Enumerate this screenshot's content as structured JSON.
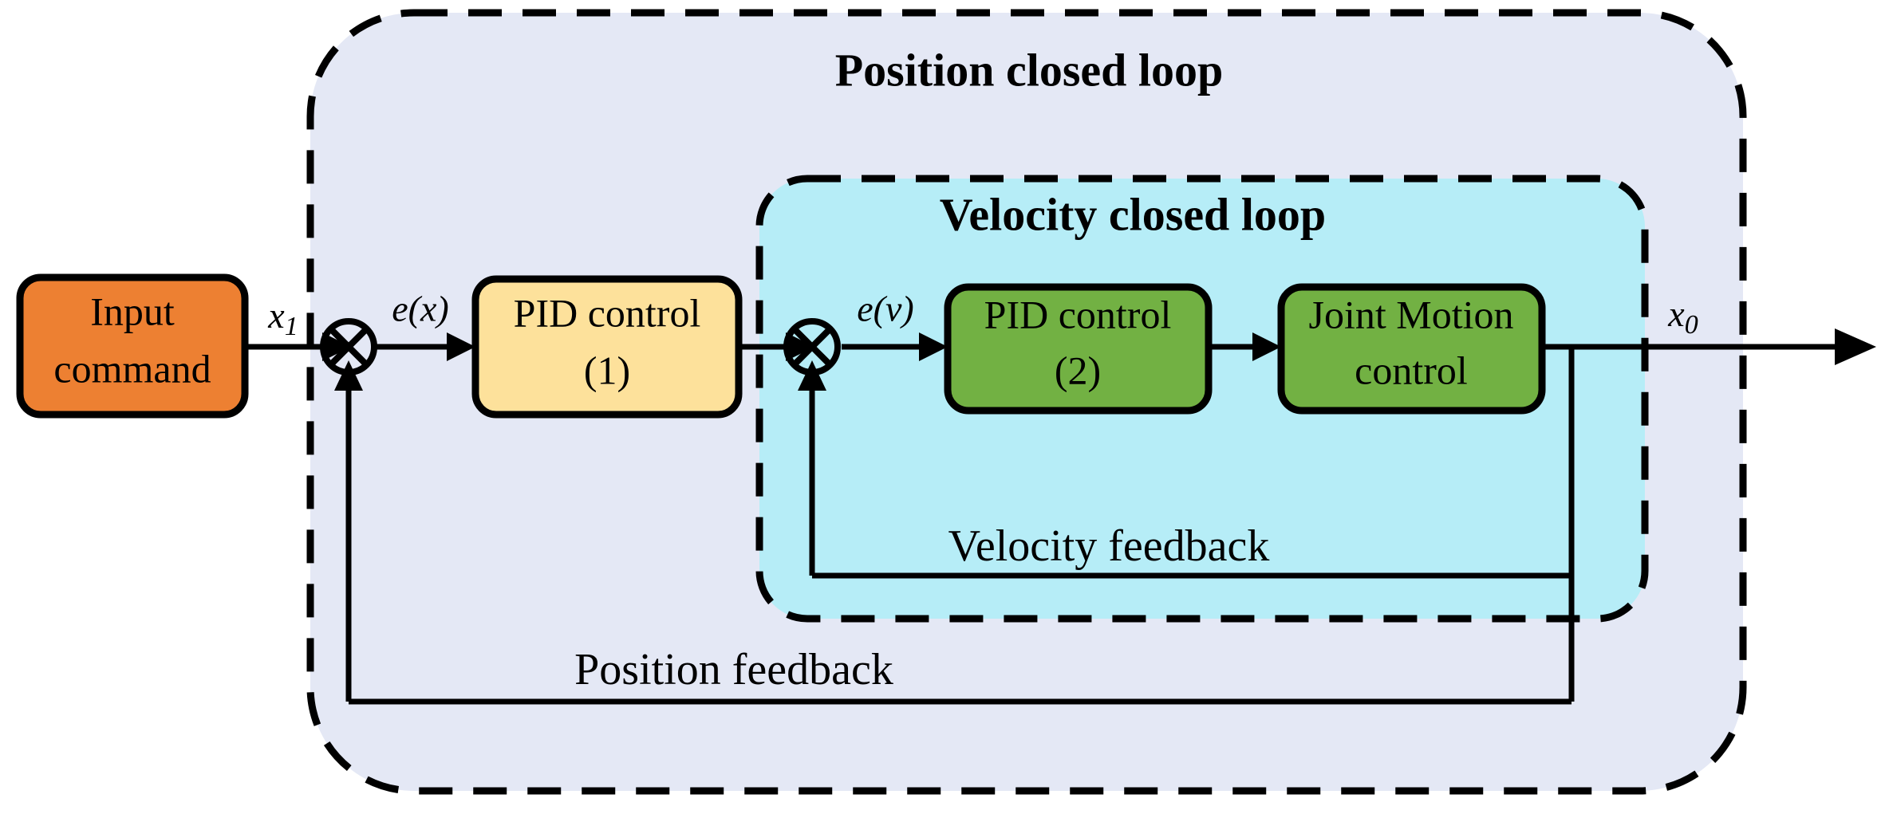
{
  "diagram": {
    "title_outer": "Position closed loop",
    "title_inner": "Velocity closed loop",
    "colors": {
      "outer_loop_fill": "#E4E8F5",
      "inner_loop_fill": "#B6EDF7",
      "input_block": "#ED8032",
      "pid1_block": "#FDE19B",
      "pid2_block": "#72B143",
      "joint_block": "#72B143",
      "line": "#000000",
      "page_background": "#FFFFFF"
    },
    "blocks": [
      {
        "id": "input-command",
        "line1": "Input",
        "line2": "command",
        "fill": "#ED8032"
      },
      {
        "id": "pid-control-1",
        "line1": "PID control",
        "line2": "(1)",
        "fill": "#FDE19B"
      },
      {
        "id": "pid-control-2",
        "line1": "PID control",
        "line2": "(2)",
        "fill": "#72B143"
      },
      {
        "id": "joint-motion-control",
        "line1": "Joint Motion",
        "line2": "control",
        "fill": "#72B143"
      }
    ],
    "signals": [
      {
        "id": "input-signal",
        "base": "x",
        "sub": "1"
      },
      {
        "id": "position-error",
        "text": "e(v)",
        "label": "e(x)"
      },
      {
        "id": "velocity-error",
        "label": "e(v)"
      },
      {
        "id": "output-signal",
        "base": "x",
        "sub": "0"
      }
    ],
    "feedback_labels": {
      "velocity": "Velocity feedback",
      "position": "Position feedback"
    },
    "summing_junctions": [
      {
        "id": "position-summing-junction"
      },
      {
        "id": "velocity-summing-junction"
      }
    ]
  }
}
